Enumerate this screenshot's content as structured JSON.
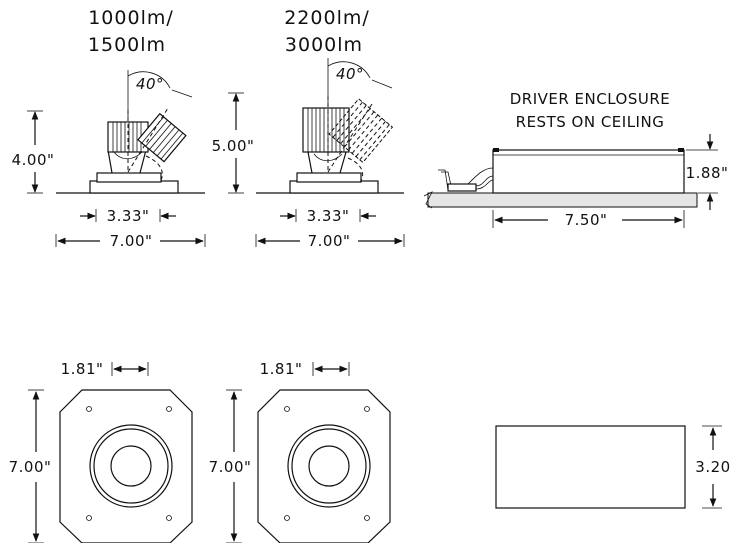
{
  "variant_1": {
    "lumens_line1": "1000lm/",
    "lumens_line2": "1500lm",
    "tilt": "40°",
    "height": "4.00\"",
    "aperture": "3.33\"",
    "width": "7.00\""
  },
  "variant_2": {
    "lumens_line1": "2200lm/",
    "lumens_line2": "3000lm",
    "tilt": "40°",
    "height": "5.00\"",
    "aperture": "3.33\"",
    "width": "7.00\""
  },
  "driver": {
    "label_line1": "DRIVER ENCLOSURE",
    "label_line2": "RESTS ON CEILING",
    "height": "1.88\"",
    "length": "7.50\"",
    "plan_width": "3.20"
  },
  "plan_1": {
    "offset": "1.81\"",
    "size": "7.00\""
  },
  "plan_2": {
    "offset": "1.81\"",
    "size": "7.00\""
  }
}
